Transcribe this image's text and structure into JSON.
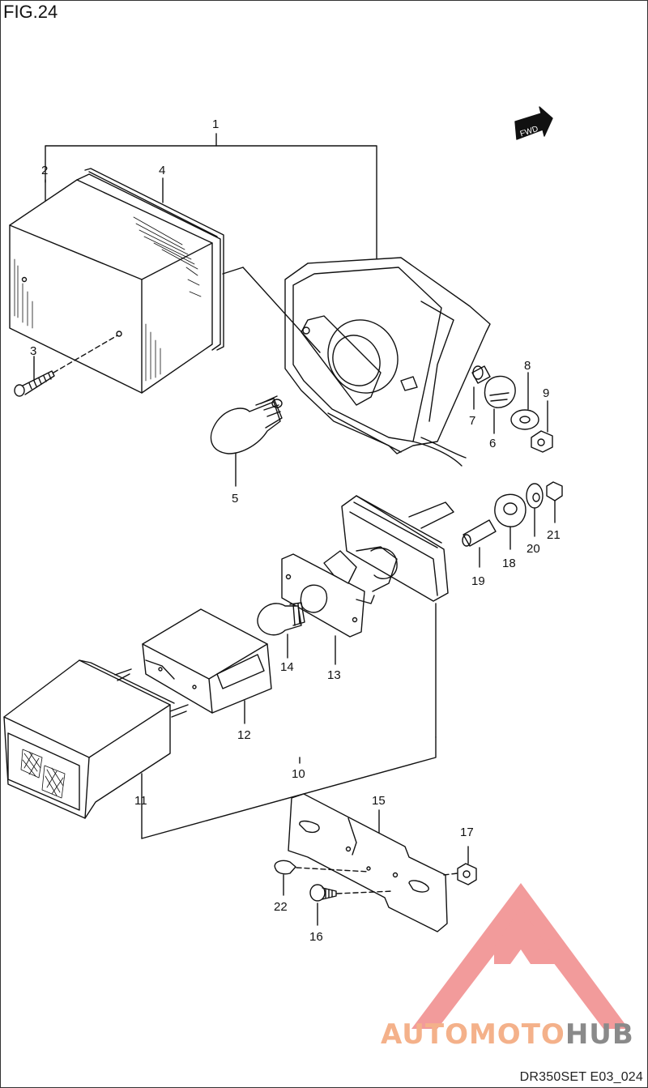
{
  "figure": {
    "title": "FIG.24",
    "reference": "DR350SET E03_024"
  },
  "watermark": {
    "brand_part1": "AUTOMOTO",
    "brand_part2": "HUB",
    "logo_color": "#f08a8a",
    "text_color_1": "#f4b18a",
    "text_color_2": "#8a8a8a"
  },
  "direction_badge": {
    "label": "FWD",
    "icon": "arrow-right-icon"
  },
  "callouts": [
    {
      "id": "1",
      "label": "1"
    },
    {
      "id": "2",
      "label": "2"
    },
    {
      "id": "3",
      "label": "3"
    },
    {
      "id": "4",
      "label": "4"
    },
    {
      "id": "5",
      "label": "5"
    },
    {
      "id": "6",
      "label": "6"
    },
    {
      "id": "7",
      "label": "7"
    },
    {
      "id": "8",
      "label": "8"
    },
    {
      "id": "9",
      "label": "9"
    },
    {
      "id": "10",
      "label": "10"
    },
    {
      "id": "11",
      "label": "11"
    },
    {
      "id": "12",
      "label": "12"
    },
    {
      "id": "13",
      "label": "13"
    },
    {
      "id": "14",
      "label": "14"
    },
    {
      "id": "15",
      "label": "15"
    },
    {
      "id": "16",
      "label": "16"
    },
    {
      "id": "17",
      "label": "17"
    },
    {
      "id": "18",
      "label": "18"
    },
    {
      "id": "19",
      "label": "19"
    },
    {
      "id": "20",
      "label": "20"
    },
    {
      "id": "21",
      "label": "21"
    },
    {
      "id": "22",
      "label": "22"
    }
  ]
}
